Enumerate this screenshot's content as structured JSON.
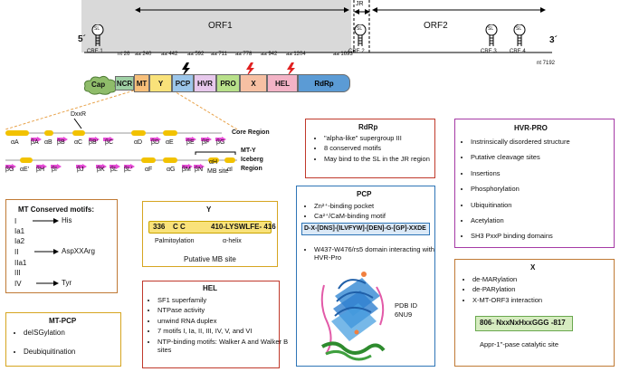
{
  "genome": {
    "five_prime": "5´",
    "three_prime": "3´",
    "orf1": "ORF1",
    "orf2": "ORF2",
    "jr": "JR",
    "sl": "SL",
    "cre1": "CRE 1",
    "cre2": "CRE 2",
    "cre3": "CRE 3",
    "cre4": "CRE 4",
    "nt26": "nt 26",
    "nt7192": "nt 7192"
  },
  "aa_labels": [
    "aa 240",
    "aa 442",
    "aa 592",
    "aa 711",
    "aa 778",
    "aa 942",
    "aa 1204",
    "aa 1693"
  ],
  "domains": {
    "cap": "Cap",
    "ncr": "NCR",
    "mt": "MT",
    "y": "Y",
    "pcp": "PCP",
    "hvr": "HVR",
    "pro": "PRO",
    "x": "X",
    "hel": "HEL",
    "rdrp": "RdRp"
  },
  "structure": {
    "dxxr": "DxxR",
    "core_region": "Core Region",
    "mty_label_1": "MT-Y",
    "mty_label_2": "Iceberg",
    "mty_label_3": "Region",
    "mb_site": "MB site",
    "row1": [
      "αA",
      "βA",
      "αB",
      "βB",
      "αC",
      "βB'",
      "βC",
      "αD",
      "βD",
      "αE",
      "βE",
      "βF",
      "βG"
    ],
    "row2": [
      "βG",
      "αE'",
      "βH",
      "βI",
      "βJ",
      "βK",
      "βL",
      "βL'",
      "αF",
      "αG",
      "βM",
      "βN",
      "αH",
      "αI"
    ]
  },
  "mt_box": {
    "title": "MT Conserved motifs:",
    "items": [
      "I",
      "Ia1",
      "Ia2",
      "II",
      "IIa1",
      "III",
      "IV"
    ],
    "his": "His",
    "asp": "AspXXArg",
    "tyr": "Tyr"
  },
  "mtpcp_box": {
    "title": "MT-PCP",
    "items": [
      "deISGylation",
      "Deubiquitination"
    ]
  },
  "y_box": {
    "title": "Y",
    "n336": "336",
    "cc": "C C",
    "seq": "410-LYSWLFE- 416",
    "palm": "Palmitoylation",
    "helix": "α-helix",
    "caption": "Putative MB site"
  },
  "hel_box": {
    "title": "HEL",
    "items": [
      "SF1 superfamily",
      "NTPase activity",
      "unwind RNA duplex",
      "7 motifs I, Ia, II, III, IV, V, and VI",
      "NTP-binding motifs: Walker A and Walker B sites"
    ]
  },
  "rdrp_box": {
    "title": "RdRp",
    "items": [
      "\"alpha-like\" supergroup III",
      "8 conserved motifs",
      "May bind to the SL in the JR region"
    ]
  },
  "pcp_box": {
    "title": "PCP",
    "items": [
      "Zn²⁺-binding pocket",
      "Ca²⁺/CaM-binding motif"
    ],
    "motif": "D-X-[DNS]-[ILVFYW]-[DEN]-G-[GP]-XXDE",
    "w437": "W437-W476/rs5 domain interacting with HVR-Pro",
    "pdb1": "PDB ID",
    "pdb2": "6NU9"
  },
  "hvr_box": {
    "title": "HVR-PRO",
    "items": [
      "Instrinsically disordered structure",
      "Putative cleavage sites",
      "Insertions",
      "Phosphorylation",
      "Ubiquitination",
      "Acetylation",
      "SH3 PxxP binding domains"
    ]
  },
  "x_box": {
    "title": "X",
    "items": [
      "de-MARylation",
      "de-PARylation",
      "X-MT-ORF3  interaction"
    ],
    "motif": "806- NxxNxHxxGGG  -817",
    "caption": "Appr-1''-pase catalytic site"
  },
  "colors": {
    "orf1_bg": "#d9d9d9",
    "cap": "#8fbc6a",
    "ncr": "#9fd0a5",
    "mt": "#f7bf7a",
    "y": "#f9e27a",
    "pcp": "#9cc6ea",
    "hvr": "#e7c8ec",
    "pro": "#b8e08a",
    "x": "#f6c0a3",
    "hel": "#f3b3c6",
    "rdrp": "#5b9bd5",
    "alpha": "#f2c200",
    "beta": "#e64bd6",
    "red_box": "#c0392b",
    "blue_box": "#2e75b6",
    "purple_box": "#a53aa5",
    "brown_box": "#c07a35",
    "gold_box": "#d6a520"
  }
}
